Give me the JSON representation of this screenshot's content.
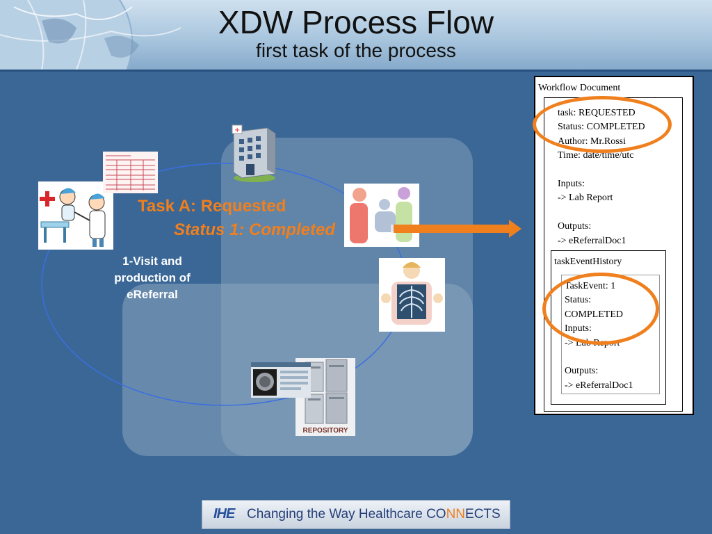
{
  "slide": {
    "title": "XDW Process Flow",
    "subtitle": "first task of the process"
  },
  "diagram": {
    "task_label": "Task A: Requested",
    "status_label": "Status 1: Completed",
    "step_caption_lines": [
      "1-Visit and",
      "production of",
      "eReferral"
    ],
    "repository_label": "REPOSITORY",
    "accent_color": "#f07f1d",
    "cycle_color": "#3b6fe0"
  },
  "workflow_document": {
    "title": "Workflow Document",
    "lines": [
      "task: REQUESTED",
      "Status: COMPLETED",
      "Author: Mr.Rossi",
      "Time: date/time/utc",
      "",
      "Inputs:",
      "-> Lab Report",
      "",
      "Outputs:",
      "-> eReferralDoc1"
    ],
    "task_event_history": {
      "title": "taskEventHistory",
      "lines": [
        "TaskEvent: 1",
        "Status:",
        "COMPLETED",
        "Inputs:",
        "-> Lab Report",
        "",
        "Outputs:",
        "-> eReferralDoc1"
      ]
    }
  },
  "footer": {
    "logo": "IHE",
    "tagline_start": "Changing the Way Healthcare ",
    "tagline_co": "CO",
    "tagline_nn": "NN",
    "tagline_ects": "ECTS"
  }
}
